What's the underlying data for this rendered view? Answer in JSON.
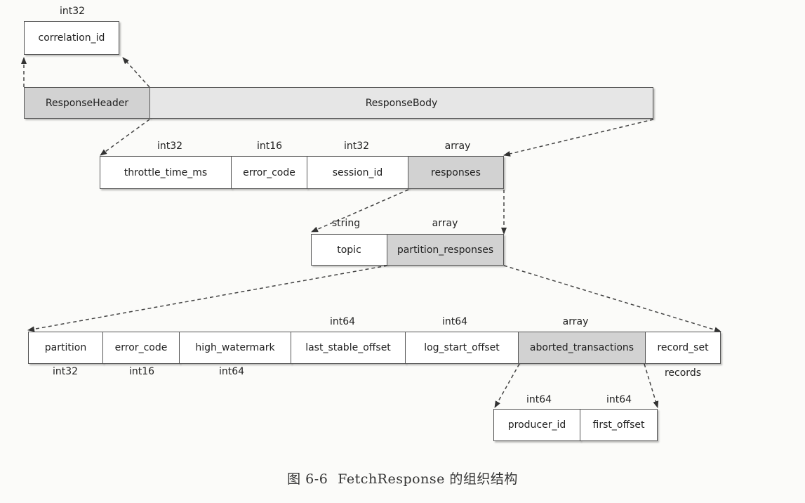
{
  "caption": {
    "figure": "图 6-6",
    "title": "FetchResponse 的组织结构"
  },
  "header": {
    "correlation": {
      "type": "int32",
      "label": "correlation_id"
    },
    "response_header": "ResponseHeader",
    "response_body": "ResponseBody"
  },
  "body": {
    "throttle": {
      "type": "int32",
      "label": "throttle_time_ms"
    },
    "error_code": {
      "type": "int16",
      "label": "error_code"
    },
    "session_id": {
      "type": "int32",
      "label": "session_id"
    },
    "responses": {
      "type": "array",
      "label": "responses"
    }
  },
  "topic_level": {
    "topic": {
      "type": "string",
      "label": "topic"
    },
    "partition_responses": {
      "type": "array",
      "label": "partition_responses"
    }
  },
  "partition_level": {
    "partition": {
      "type": "int32",
      "label": "partition"
    },
    "error_code": {
      "type": "int16",
      "label": "error_code"
    },
    "high_watermark": {
      "type": "int64",
      "label": "high_watermark"
    },
    "last_stable_offset": {
      "type": "int64",
      "label": "last_stable_offset"
    },
    "log_start_offset": {
      "type": "int64",
      "label": "log_start_offset"
    },
    "aborted_transactions": {
      "type": "array",
      "label": "aborted_transactions"
    },
    "record_set": {
      "type": "records",
      "label": "record_set"
    }
  },
  "aborted_level": {
    "producer_id": {
      "type": "int64",
      "label": "producer_id"
    },
    "first_offset": {
      "type": "int64",
      "label": "first_offset"
    }
  }
}
